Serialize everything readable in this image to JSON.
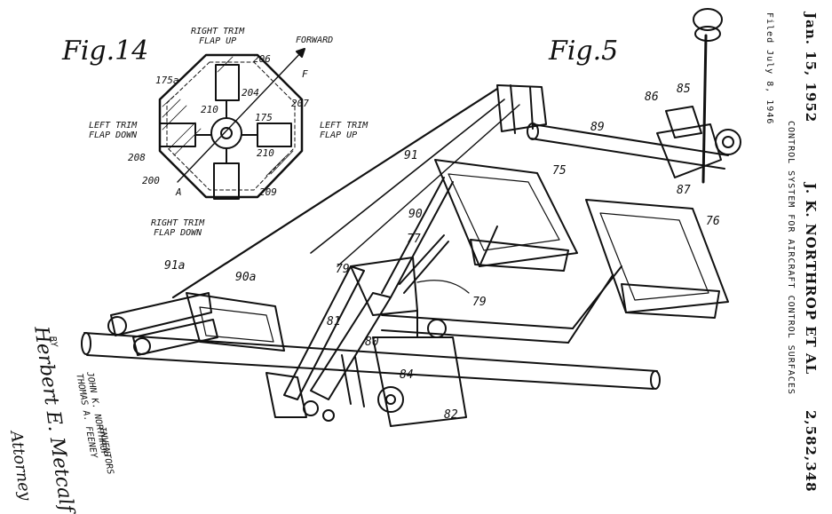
{
  "header": {
    "date": "Jan. 15, 1952",
    "inventor": "J. K. NORTHROP ET AL",
    "patent_number": "2,582,348",
    "title": "CONTROL SYSTEM FOR AIRCRAFT CONTROL SURFACES",
    "filed": "Filed July 8, 1946"
  },
  "fig14": {
    "title": "Fig.14",
    "labels": {
      "right_trim_up": "RIGHT TRIM\nFLAP UP",
      "forward": "FORWARD",
      "left_trim_down": "LEFT TRIM\nFLAP DOWN",
      "left_trim_up": "LEFT TRIM\nFLAP UP",
      "right_trim_down": "RIGHT TRIM\nFLAP DOWN",
      "f": "F",
      "a": "A",
      "n175a": "175a",
      "n206": "206",
      "n204": "204",
      "n210a": "210",
      "n175": "175",
      "n207": "207",
      "n208": "208",
      "n210b": "210",
      "n200": "200",
      "n209": "209"
    }
  },
  "fig5": {
    "title": "Fig.5",
    "labels": {
      "n89": "89",
      "n86": "86",
      "n85": "85",
      "n87": "87",
      "n75": "75",
      "n76": "76",
      "n91": "91",
      "n90": "90",
      "n91a": "91a",
      "n90a": "90a",
      "n77": "77",
      "n79a": "79",
      "n79b": "79",
      "n81": "81",
      "n80": "80",
      "n84": "84",
      "n82": "82"
    }
  },
  "inventors": {
    "label": "INVENTORS",
    "names": "JOHN K. NORTHROP\nTHOMAS A. FEENEY",
    "by": "BY",
    "signature": "Herbert E. Metcalf",
    "role": "Attorney"
  }
}
